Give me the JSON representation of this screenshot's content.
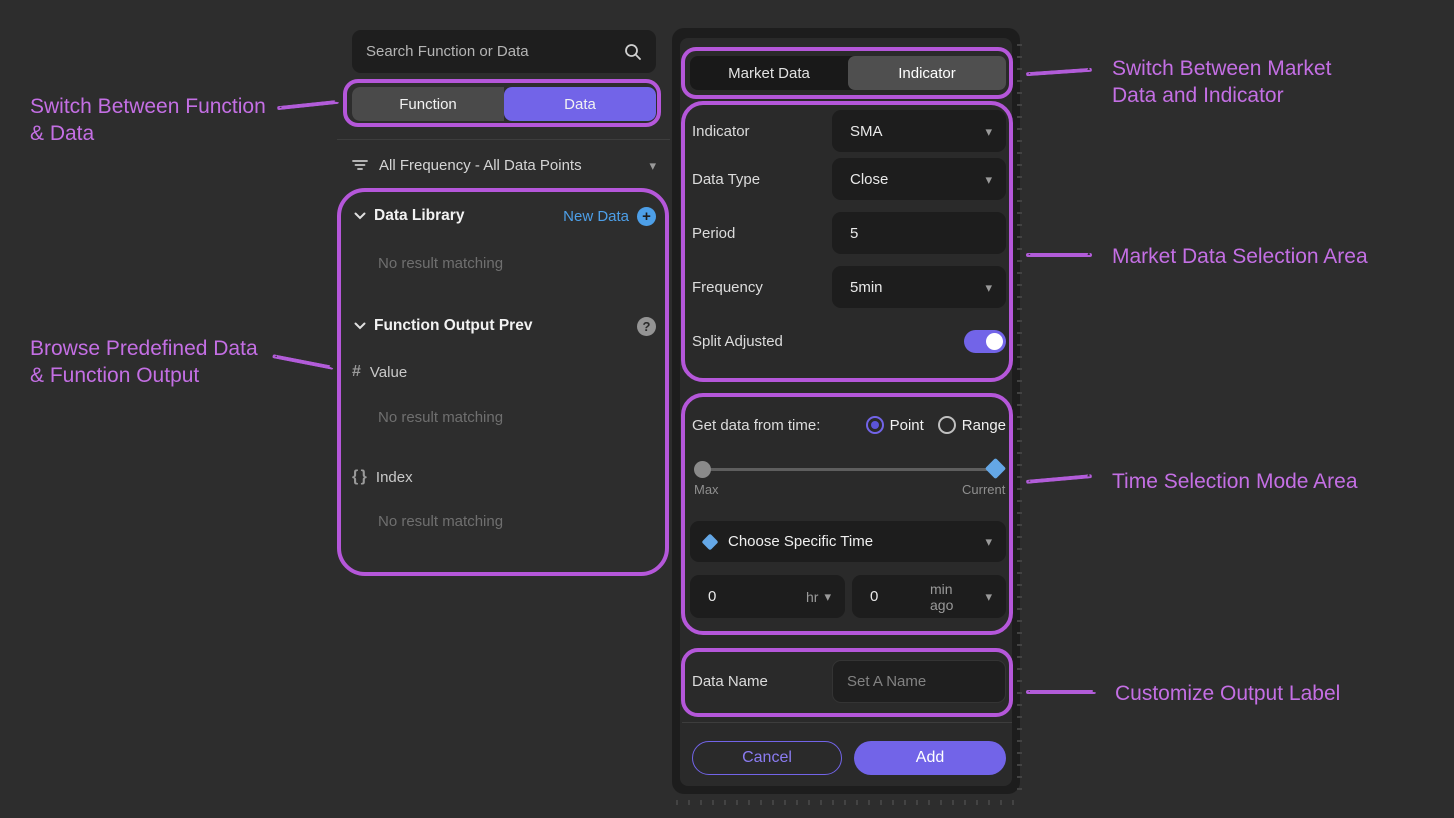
{
  "colors": {
    "accent": "#7264e8",
    "annotation": "#b557da",
    "link_blue": "#4d9fe8",
    "diamond_blue": "#64a7e6"
  },
  "icons": {
    "caret_down": "▾",
    "plus": "+",
    "help": "?",
    "hash": "#",
    "braces": "{ }"
  },
  "left_panel": {
    "search": {
      "placeholder": "Search Function or Data"
    },
    "mode_tabs": {
      "function": "Function",
      "data": "Data"
    },
    "filter": {
      "label": "All Frequency - All Data Points"
    },
    "data_library": {
      "title": "Data Library",
      "new_data_label": "New Data",
      "empty": "No result matching"
    },
    "function_output": {
      "title": "Function Output Prev",
      "value_item": "Value",
      "value_empty": "No result matching",
      "index_item": "Index",
      "index_empty": "No result matching"
    }
  },
  "dialog": {
    "tabs": {
      "market_data": "Market Data",
      "indicator": "Indicator"
    },
    "fields": [
      {
        "label": "Indicator",
        "value": "SMA"
      },
      {
        "label": "Data Type",
        "value": "Close"
      },
      {
        "label": "Period",
        "value": "5"
      },
      {
        "label": "Frequency",
        "value": "5min"
      }
    ],
    "split_adjusted": {
      "label": "Split Adjusted",
      "state": "on"
    },
    "time": {
      "label": "Get data from time:",
      "point_option": "Point",
      "range_option": "Range",
      "selected_option": "Point",
      "slider_left_label": "Max",
      "slider_right_label": "Current",
      "specific_time_label": "Choose Specific Time",
      "hour": {
        "value": "0",
        "unit": "hr"
      },
      "minute": {
        "value": "0",
        "unit": "min ago"
      }
    },
    "data_name": {
      "label": "Data Name",
      "placeholder": "Set A Name"
    },
    "actions": {
      "cancel": "Cancel",
      "add": "Add"
    }
  },
  "annotations": {
    "switch_function_data": "Switch Between Function\n& Data",
    "browse_predefined": "Browse Predefined Data\n& Function Output",
    "switch_market_indicator": "Switch Between Market\nData and Indicator",
    "market_data_selection": "Market Data Selection Area",
    "time_selection_mode": "Time Selection Mode Area",
    "customize_output_label": "Customize Output Label"
  }
}
